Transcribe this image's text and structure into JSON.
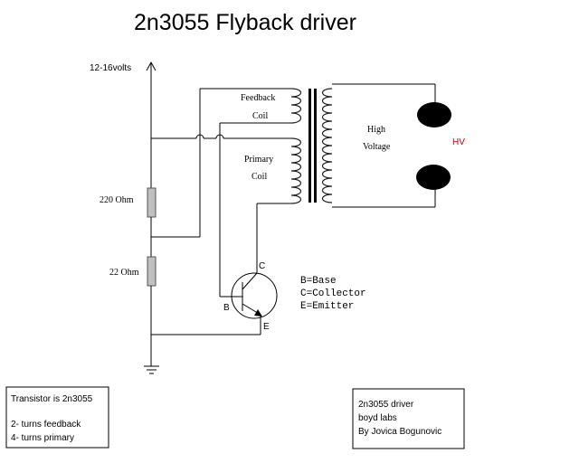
{
  "title": "2n3055 Flyback driver",
  "supply_label": "12-16volts",
  "resistor_top_label": "220 Ohm",
  "resistor_bottom_label": "22 Ohm",
  "feedback_coil_label": {
    "line1": "Feedback",
    "line2": "Coil"
  },
  "primary_coil_label": {
    "line1": "Primary",
    "line2": "Coil"
  },
  "secondary_label": {
    "line1": "High",
    "line2": "Voltage"
  },
  "hv_label": "HV",
  "transistor_pins": {
    "base": "B",
    "collector": "C",
    "emitter": "E"
  },
  "legend": {
    "line1": "B=Base",
    "line2": "C=Collector",
    "line3": "E=Emitter"
  },
  "info_box": {
    "line1": "Transistor is 2n3055",
    "line2": "2- turns feedback",
    "line3": "4- turns primary"
  },
  "credit_box": {
    "line1": "2n3055 driver",
    "line2": "boyd labs",
    "line3": "By Jovica Bogunovic"
  },
  "colors": {
    "hv_label": "#cc0000",
    "resistor": "#c0c0c0",
    "electrode": "#000000",
    "line": "#000000"
  }
}
